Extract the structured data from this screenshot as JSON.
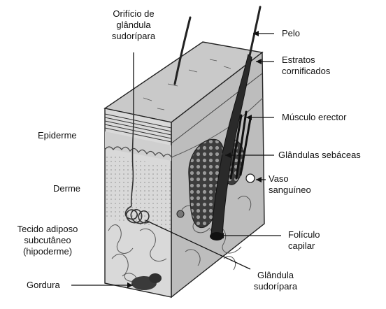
{
  "labels": {
    "orificio": [
      "Orifício de",
      "glândula",
      "sudorípara"
    ],
    "pelo": [
      "Pelo"
    ],
    "estratos": [
      "Estratos",
      "cornificados"
    ],
    "epiderme": [
      "Epiderme"
    ],
    "musculo": [
      "Músculo erector"
    ],
    "glandulas_sebaceas": [
      "Glândulas sebáceas"
    ],
    "derme": [
      "Derme"
    ],
    "vaso": [
      "Vaso",
      "sanguíneo"
    ],
    "tecido": [
      "Tecido adiposo",
      "subcutâneo",
      "(hipoderme)"
    ],
    "foliculo": [
      "Folículo",
      "capilar"
    ],
    "gordura": [
      "Gordura"
    ],
    "glandula_sudoripara": [
      "Glândula",
      "sudorípara"
    ]
  }
}
